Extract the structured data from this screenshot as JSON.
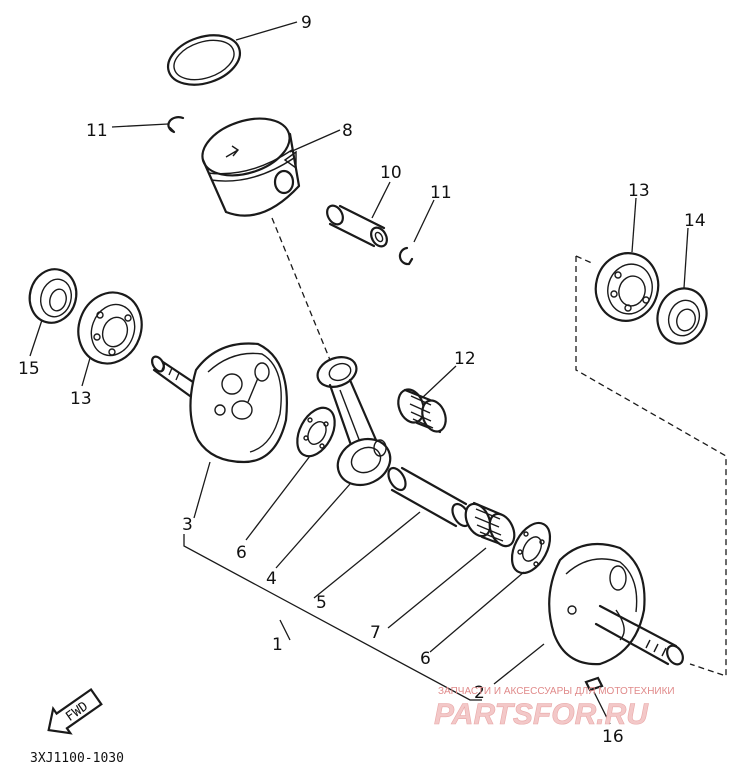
{
  "diagram": {
    "part_code": "3XJ1100-1030",
    "fwd_label": "FWD",
    "callouts": {
      "c1": "1",
      "c2": "2",
      "c3": "3",
      "c4": "4",
      "c5": "5",
      "c6a": "6",
      "c6b": "6",
      "c7": "7",
      "c8": "8",
      "c9": "9",
      "c10": "10",
      "c11a": "11",
      "c11b": "11",
      "c12": "12",
      "c13a": "13",
      "c13b": "13",
      "c14": "14",
      "c15": "15",
      "c16": "16"
    }
  },
  "watermark": {
    "tagline": "ЗАПЧАСТИ И АКСЕССУАРЫ ДЛЯ МОТОТЕХНИКИ",
    "logo": "PARTSFOR.RU"
  }
}
